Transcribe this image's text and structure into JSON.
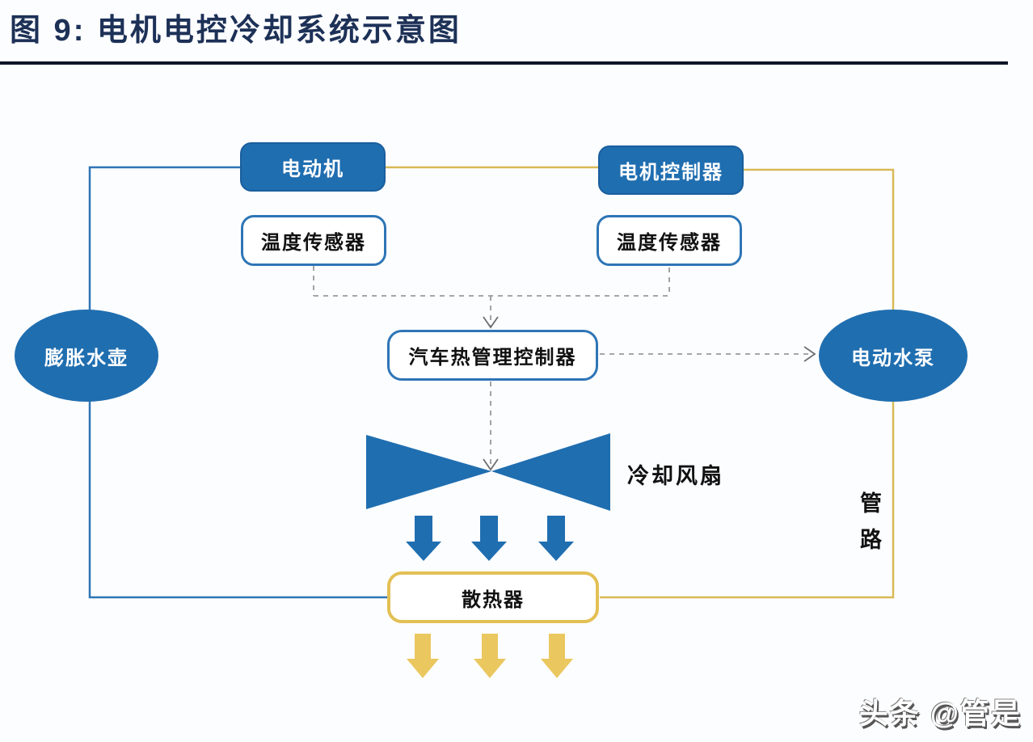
{
  "figure": {
    "title": "图 9: 电机电控冷却系统示意图"
  },
  "diagram": {
    "motor": {
      "label": "电动机"
    },
    "motor_controller": {
      "label": "电机控制器"
    },
    "temp_sensor_motor": {
      "label": "温度传感器"
    },
    "temp_sensor_controller": {
      "label": "温度传感器"
    },
    "expansion_tank": {
      "label": "膨胀水壶"
    },
    "electric_water_pump": {
      "label": "电动水泵"
    },
    "thermal_controller": {
      "label": "汽车热管理控制器"
    },
    "radiator": {
      "label": "散热器"
    },
    "cooling_fan": {
      "label": "冷却风扇"
    },
    "pipeline": {
      "label": "管路"
    }
  },
  "watermark": {
    "text": "头条 @管是"
  },
  "colors": {
    "node_fill_blue": "#1f6eb0",
    "node_border_blue": "#2e75b6",
    "coolant_line_blue": "#2e75b6",
    "coolant_line_yellow": "#d9b957",
    "radiator_border_yellow": "#e3c055",
    "arrow_blue": "#1f6eb0",
    "arrow_yellow": "#eac75f",
    "dashed_connector_gray": "#999999",
    "arrowhead_gray": "#6f6f6f",
    "title_navy": "#1d3157",
    "title_rule_dark": "#0e1628"
  }
}
